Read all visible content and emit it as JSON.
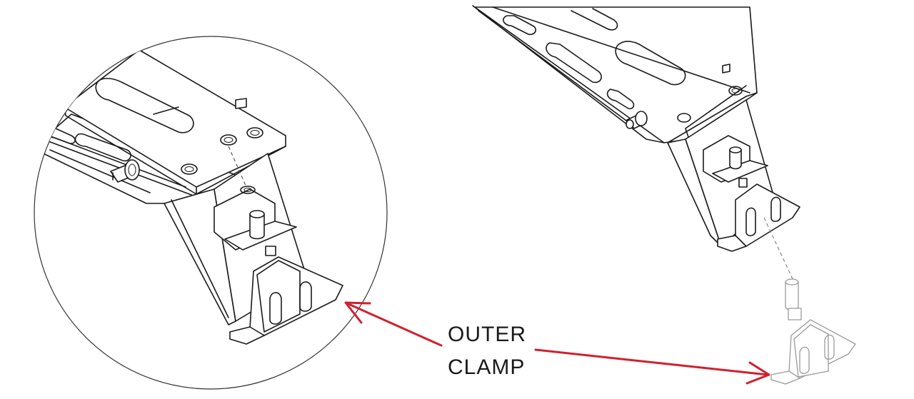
{
  "callout": {
    "line1": "OUTER",
    "line2": "CLAMP",
    "arrow_color": "#d0202e",
    "text_color": "#1a1a1a"
  },
  "icons": {
    "detail_view": "detail-magnifier-circle",
    "arrowhead": "red-arrowhead"
  }
}
